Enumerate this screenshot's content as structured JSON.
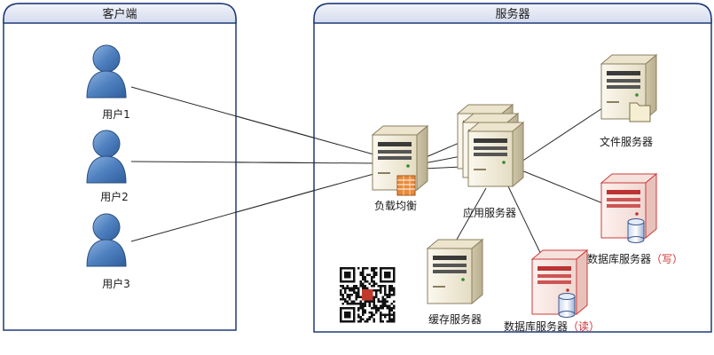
{
  "panels": {
    "client": {
      "title": "客户端"
    },
    "server": {
      "title": "服务器"
    }
  },
  "users": [
    {
      "label": "用户1"
    },
    {
      "label": "用户2"
    },
    {
      "label": "用户3"
    }
  ],
  "nodes": {
    "load_balancer": {
      "label": "负载均衡"
    },
    "app_server": {
      "label": "应用服务器"
    },
    "file_server": {
      "label": "文件服务器"
    },
    "db_write": {
      "label": "数据库服务器",
      "suffix": "（写）"
    },
    "db_read": {
      "label": "数据库服务器",
      "suffix": "（读）"
    },
    "cache_server": {
      "label": "缓存服务器"
    }
  },
  "colors": {
    "panel_border": "#1e3a78",
    "panel_header": "#dfe4f2",
    "user_blue": "#4a7dbb",
    "server_body": "#f2ecd8",
    "server_red": "#d04040",
    "accent_red": "#d03030"
  }
}
